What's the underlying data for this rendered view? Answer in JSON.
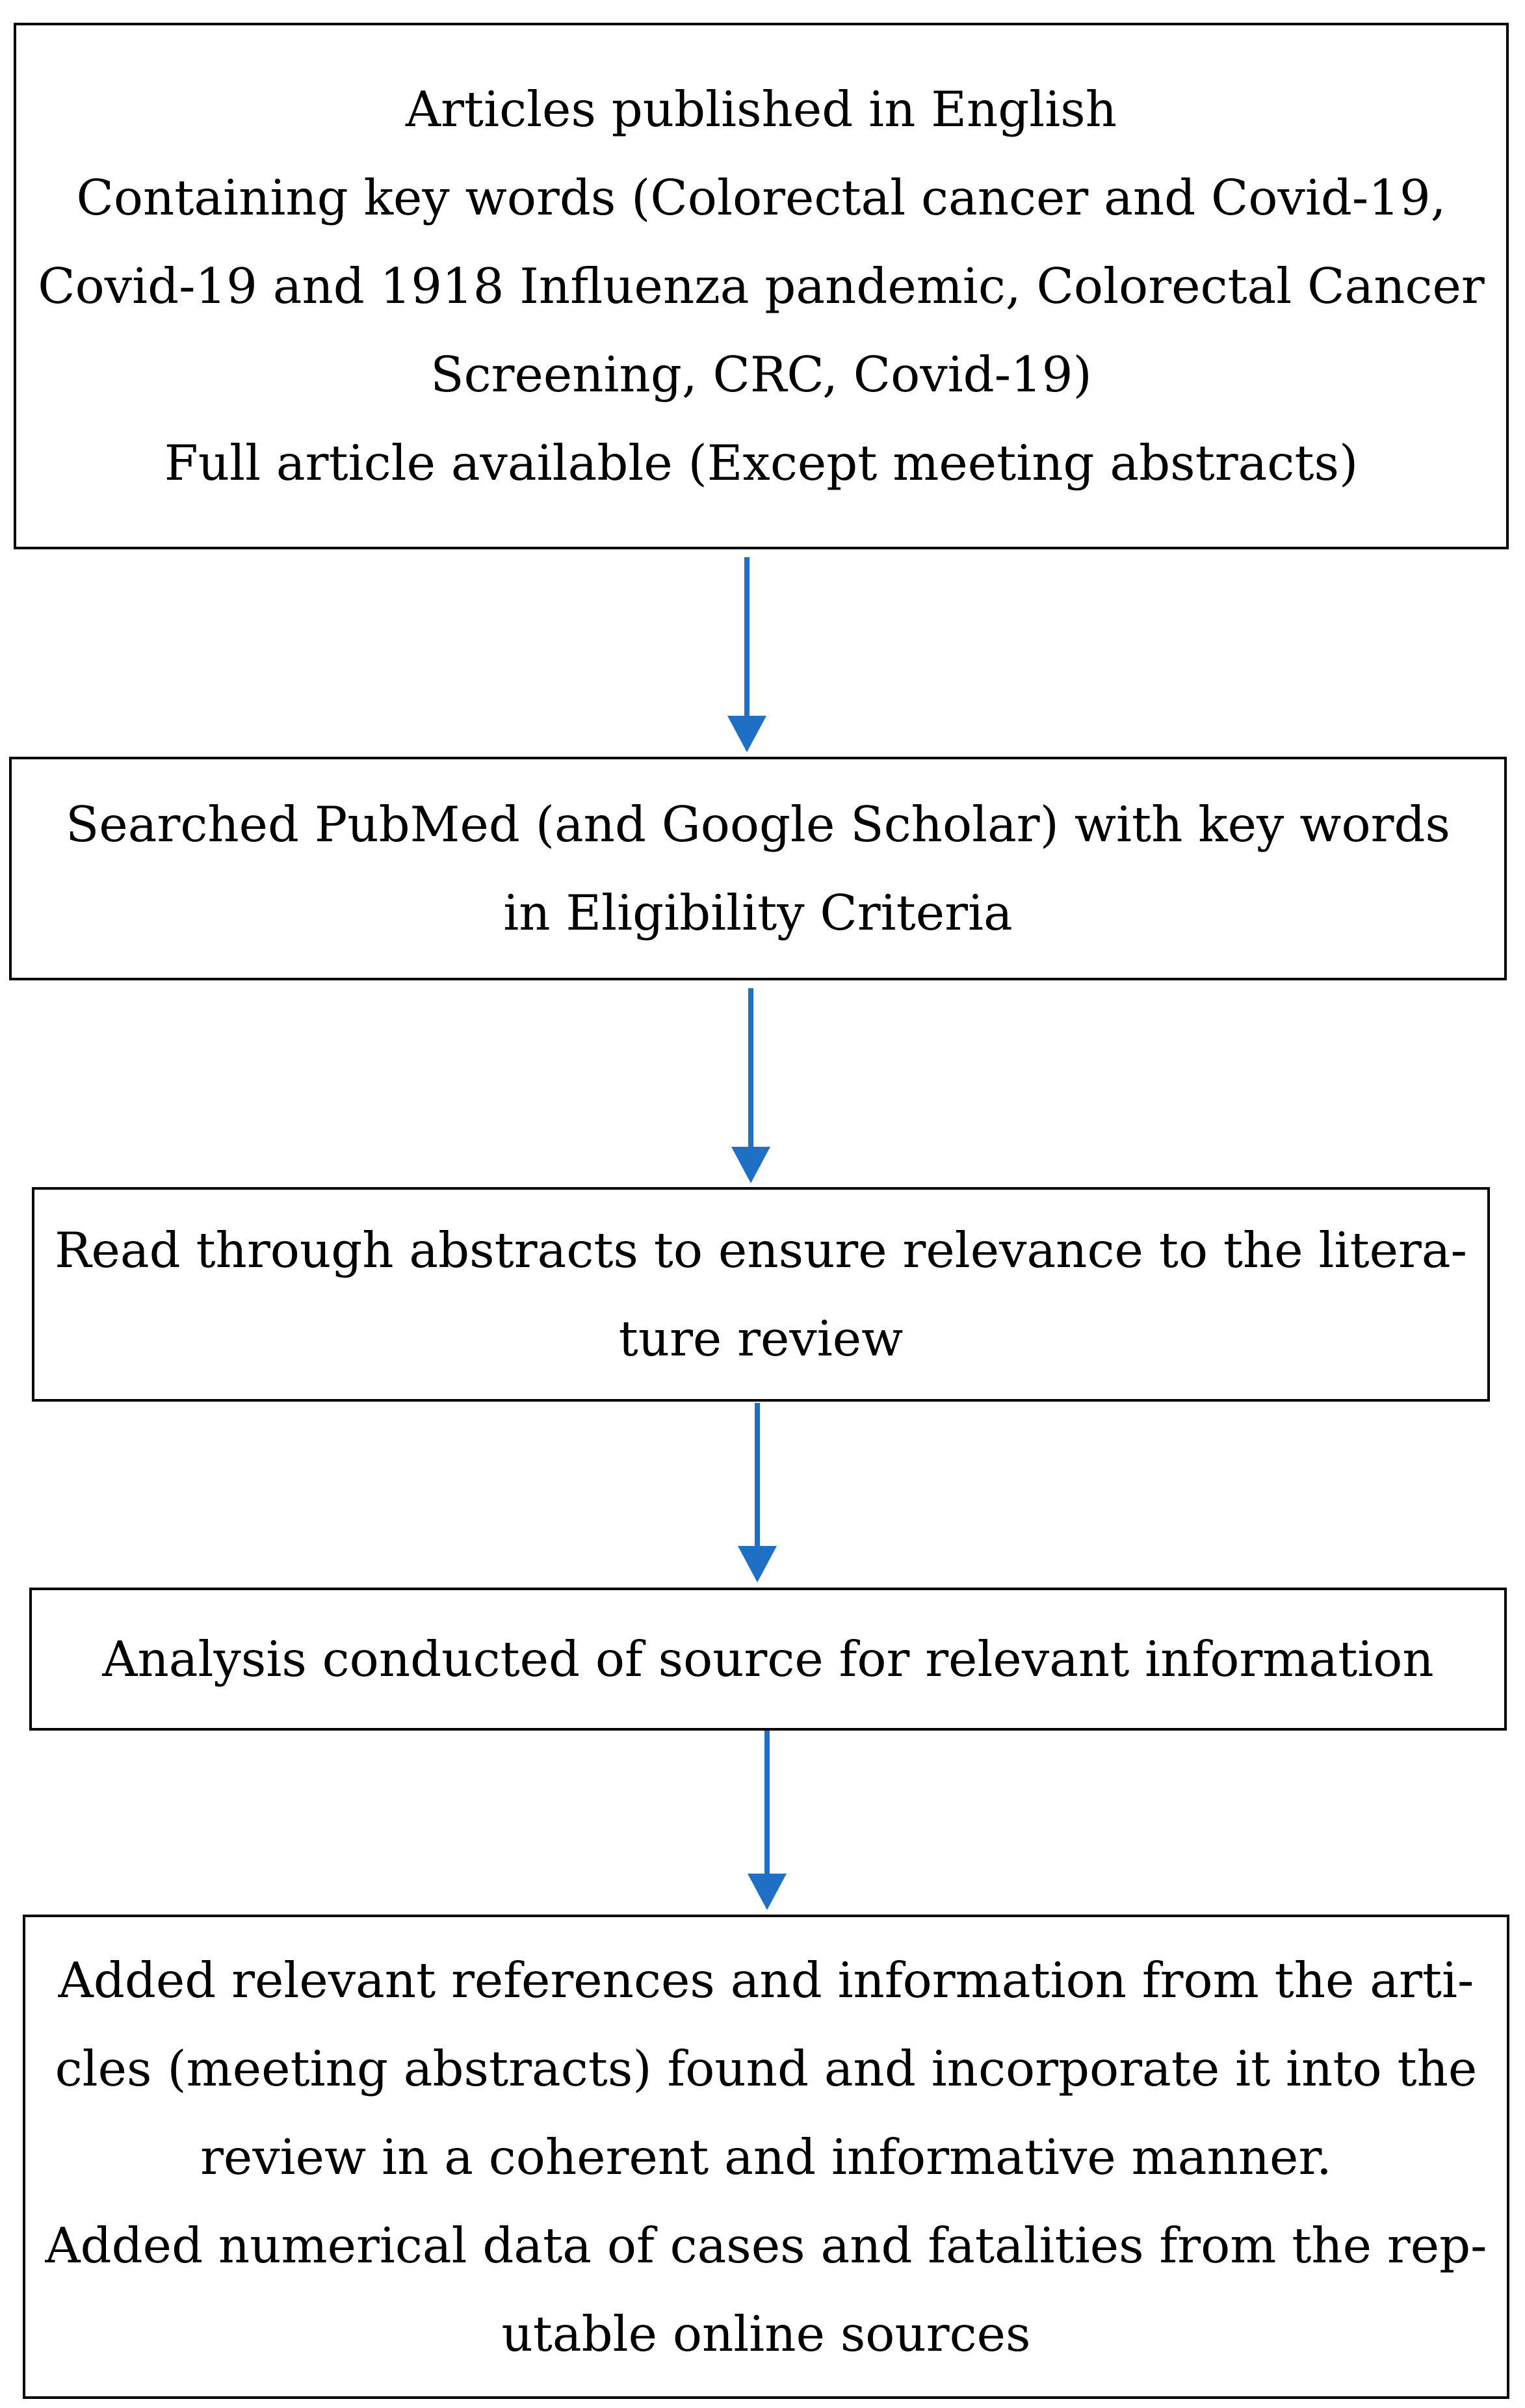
{
  "flowchart": {
    "steps": [
      {
        "lines": [
          "Articles published in English",
          "Containing key words (Colorectal cancer and Covid-19,",
          "Covid-19 and 1918 Influenza pandemic, Colorectal Cancer",
          "Screening, CRC, Covid-19)",
          "Full article available (Except meeting abstracts)"
        ]
      },
      {
        "lines": [
          "Searched PubMed (and Google Scholar) with key words",
          "in Eligibility Criteria"
        ]
      },
      {
        "lines": [
          "Read through abstracts to ensure relevance to the litera-",
          "ture review"
        ]
      },
      {
        "lines": [
          "Analysis conducted of source for relevant information"
        ]
      },
      {
        "lines": [
          "Added relevant references and information from the arti-",
          "cles (meeting abstracts) found and incorporate it into the",
          "review in a coherent and informative manner.",
          "Added numerical data of cases and fatalities from the rep-",
          "utable online sources"
        ]
      }
    ],
    "colors": {
      "box_border": "#000000",
      "arrow": "#1f6fc4",
      "text": "#000000"
    }
  }
}
